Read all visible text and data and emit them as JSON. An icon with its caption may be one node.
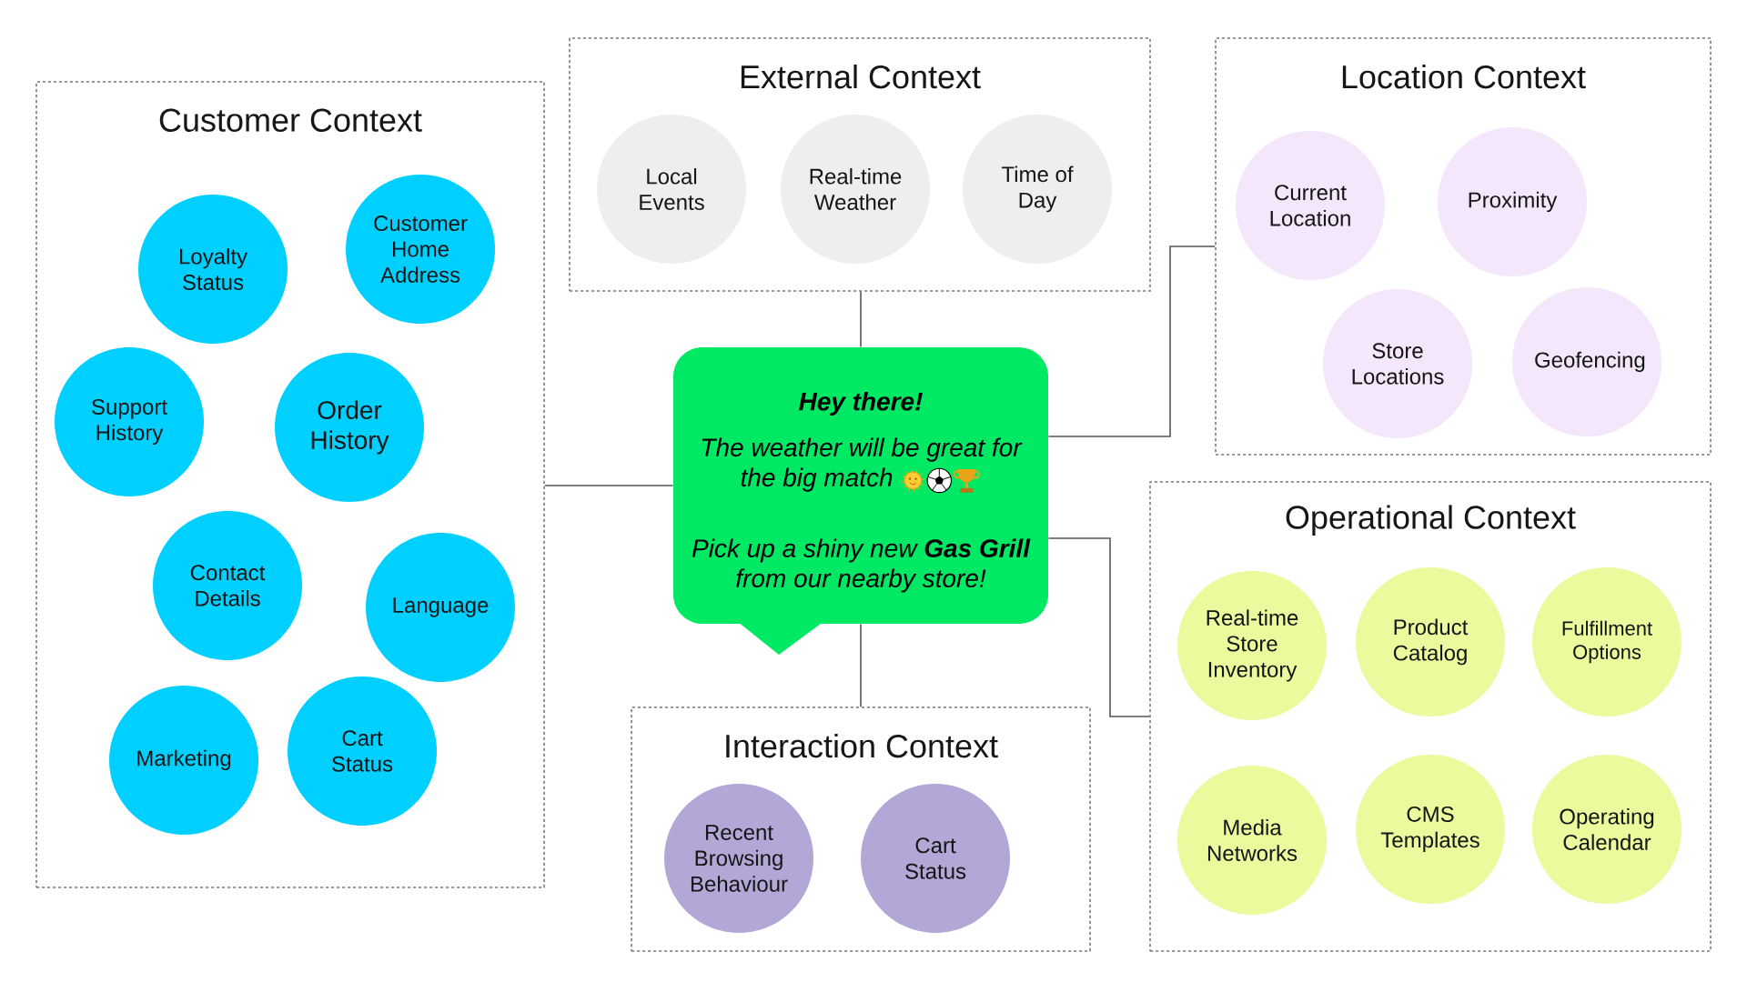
{
  "diagram": {
    "nodes": [
      {
        "text": [
          "Customer Context"
        ]
      },
      {
        "text": [
          "Loyalty Status"
        ],
        "in": 0
      },
      {
        "text": [
          "Customer Home Address"
        ],
        "in": 0
      },
      {
        "text": [
          "Support History"
        ],
        "in": 0
      },
      {
        "text": [
          "Order History"
        ],
        "in": 0
      },
      {
        "text": [
          "Contact Details"
        ],
        "in": 0
      },
      {
        "text": [
          "Language"
        ],
        "in": 0
      },
      {
        "text": [
          "Marketing"
        ],
        "in": 0
      },
      {
        "text": [
          "Cart Status"
        ],
        "in": 0
      },
      {
        "text": [
          "External Context"
        ]
      },
      {
        "text": [
          "Local Events"
        ],
        "in": 9
      },
      {
        "text": [
          "Real-time Weather"
        ],
        "in": 9
      },
      {
        "text": [
          "Time of Day"
        ],
        "in": 9
      },
      {
        "text": [
          "Location Context"
        ]
      },
      {
        "text": [
          "Current Location"
        ],
        "in": 13
      },
      {
        "text": [
          "Proximity"
        ],
        "in": 13
      },
      {
        "text": [
          "Store Locations"
        ],
        "in": 13
      },
      {
        "text": [
          "Geofencing"
        ],
        "in": 13
      },
      {
        "text": [
          "Hey there!",
          "The weather will be great for the big match",
          "Pick up a shiny new **Gas Grill** from our nearby store!"
        ]
      },
      {
        "text": [
          "Operational Context"
        ]
      },
      {
        "text": [
          "Real-time Store Inventory"
        ],
        "in": 19
      },
      {
        "text": [
          "Product Catalog"
        ],
        "in": 19
      },
      {
        "text": [
          "Fulfillment Options"
        ],
        "in": 19
      },
      {
        "text": [
          "Media Networks"
        ],
        "in": 19
      },
      {
        "text": [
          "CMS Templates"
        ],
        "in": 19
      },
      {
        "text": [
          "Operating Calendar"
        ],
        "in": 19
      },
      {
        "text": [
          "Interaction Context"
        ]
      },
      {
        "text": [
          "Recent Browsing Behaviour"
        ],
        "in": 26
      },
      {
        "text": [
          "Cart Status"
        ],
        "in": 26
      }
    ],
    "edges": [
      {
        "from": 18,
        "to": 0,
        "arrow": "none"
      },
      {
        "from": 18,
        "to": 9,
        "arrow": "none"
      },
      {
        "from": 18,
        "to": 13,
        "arrow": "none"
      },
      {
        "from": 18,
        "to": 19,
        "arrow": "none"
      },
      {
        "from": 18,
        "to": 26,
        "arrow": "none"
      }
    ]
  }
}
